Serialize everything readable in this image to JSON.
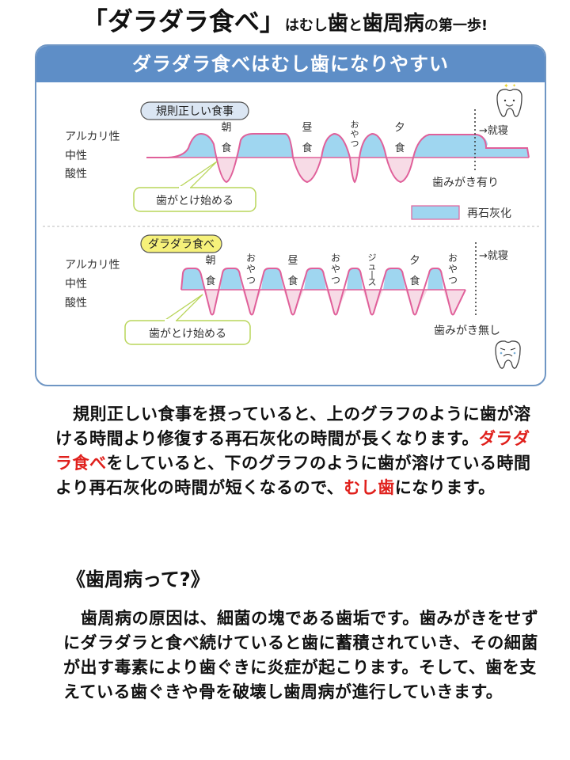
{
  "title": {
    "part1": "「ダラダラ食べ」",
    "part2": "はむし",
    "part3": "歯",
    "part4": "と",
    "part5": "歯周病",
    "part6": "の第一歩!"
  },
  "panel": {
    "header": "ダラダラ食べはむし歯になりやすい",
    "y_labels": [
      "アルカリ性",
      "中性",
      "酸性"
    ],
    "top": {
      "badge": "規則正しい食事",
      "events": [
        "朝食",
        "昼食",
        "おやつ",
        "夕食"
      ],
      "bedtime": "→就寝",
      "brushing": "歯みがき有り",
      "callout": "歯がとけ始める",
      "legend": "再石灰化"
    },
    "bottom": {
      "badge": "ダラダラ食べ",
      "events": [
        "朝食",
        "おやつ",
        "昼食",
        "おやつ",
        "ジュース",
        "夕食",
        "おやつ"
      ],
      "bedtime": "→就寝",
      "brushing": "歯みがき無し",
      "callout": "歯がとけ始める"
    },
    "colors": {
      "header": "#5e8ec7",
      "remineralization": "#9fd6f0",
      "demineralization": "#f7dbe6",
      "curve": "#e0609a",
      "badge_top": "#dbe6f3",
      "badge_bottom": "#f6f17a",
      "callout_border": "#b9d55a"
    }
  },
  "paragraph1": {
    "a": "規則正しい食事を摂っていると、上のグラフのように歯が溶ける時間より修復する再石灰化の時間が長くなります。",
    "b": "ダラダラ食べ",
    "c": "をしていると、下のグラフのように歯が溶けている時間より再石灰化の時間が短くなるので、",
    "d": "むし歯",
    "e": "になります。"
  },
  "section": {
    "title": "《歯周病って?》",
    "body": "歯周病の原因は、細菌の塊である歯垢です。歯みがきをせずにダラダラと食べ続けていると歯に蓄積されていき、その細菌が出す毒素により歯ぐきに炎症が起こります。そして、歯を支えている歯ぐきや骨を破壊し歯周病が進行していきます。"
  }
}
